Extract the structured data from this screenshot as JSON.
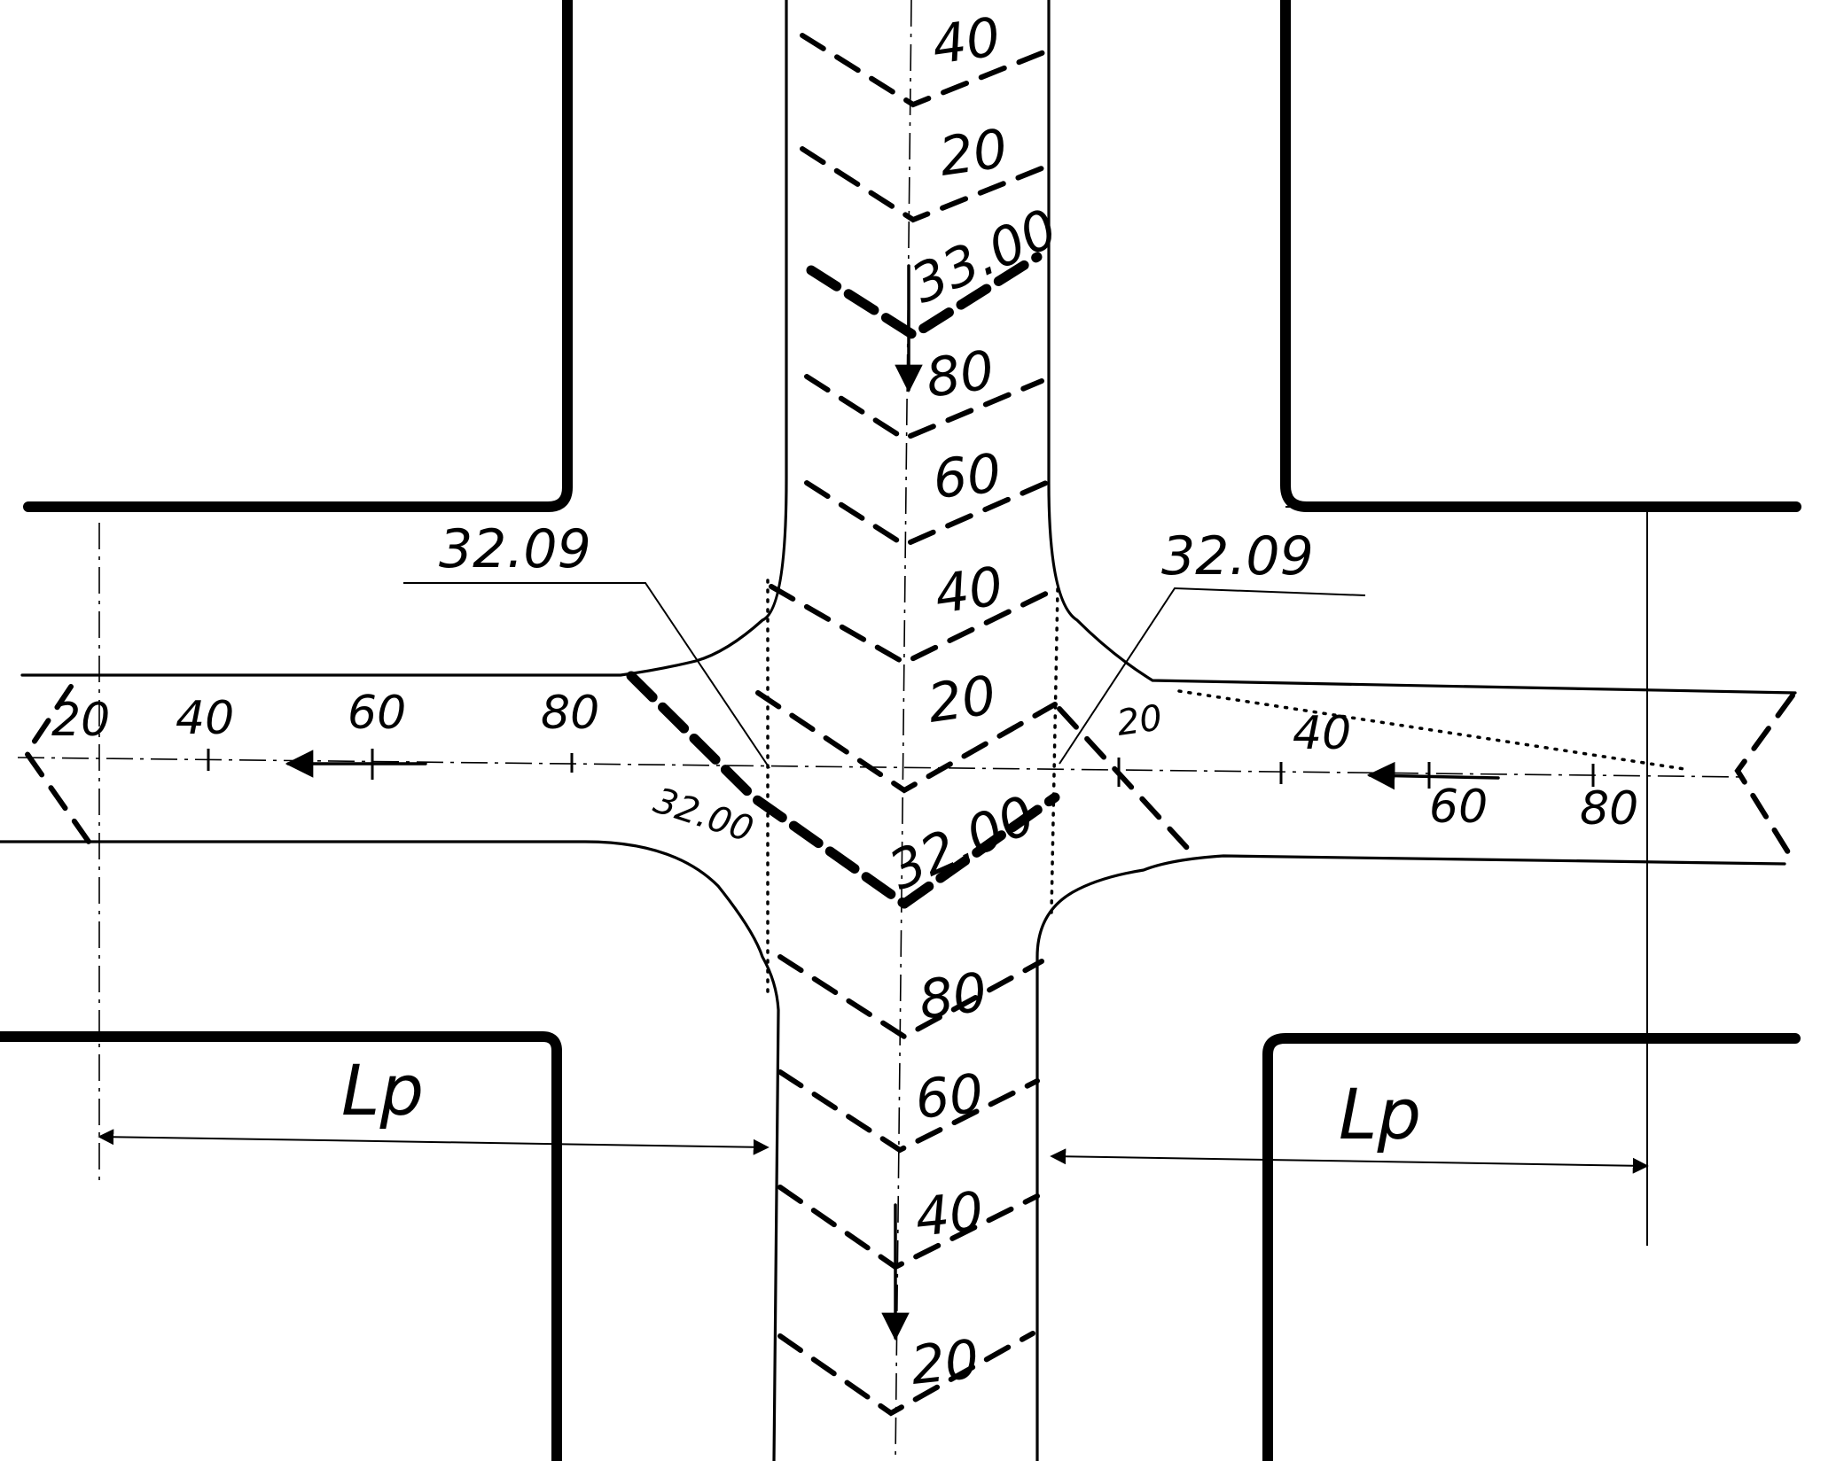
{
  "north_labels": [
    "40",
    "20",
    "33.00",
    "80",
    "60",
    "40",
    "20"
  ],
  "south_labels": [
    "32.00",
    "80",
    "60",
    "40",
    "20"
  ],
  "west_labels": [
    "20",
    "40",
    "60",
    "80"
  ],
  "east_labels": [
    "20",
    "40",
    "60",
    "80"
  ],
  "corner_label_left": "32.09",
  "corner_label_right": "32.09",
  "inner_label_left": "32.00",
  "dimension_left": "Lp",
  "dimension_right": "Lp"
}
